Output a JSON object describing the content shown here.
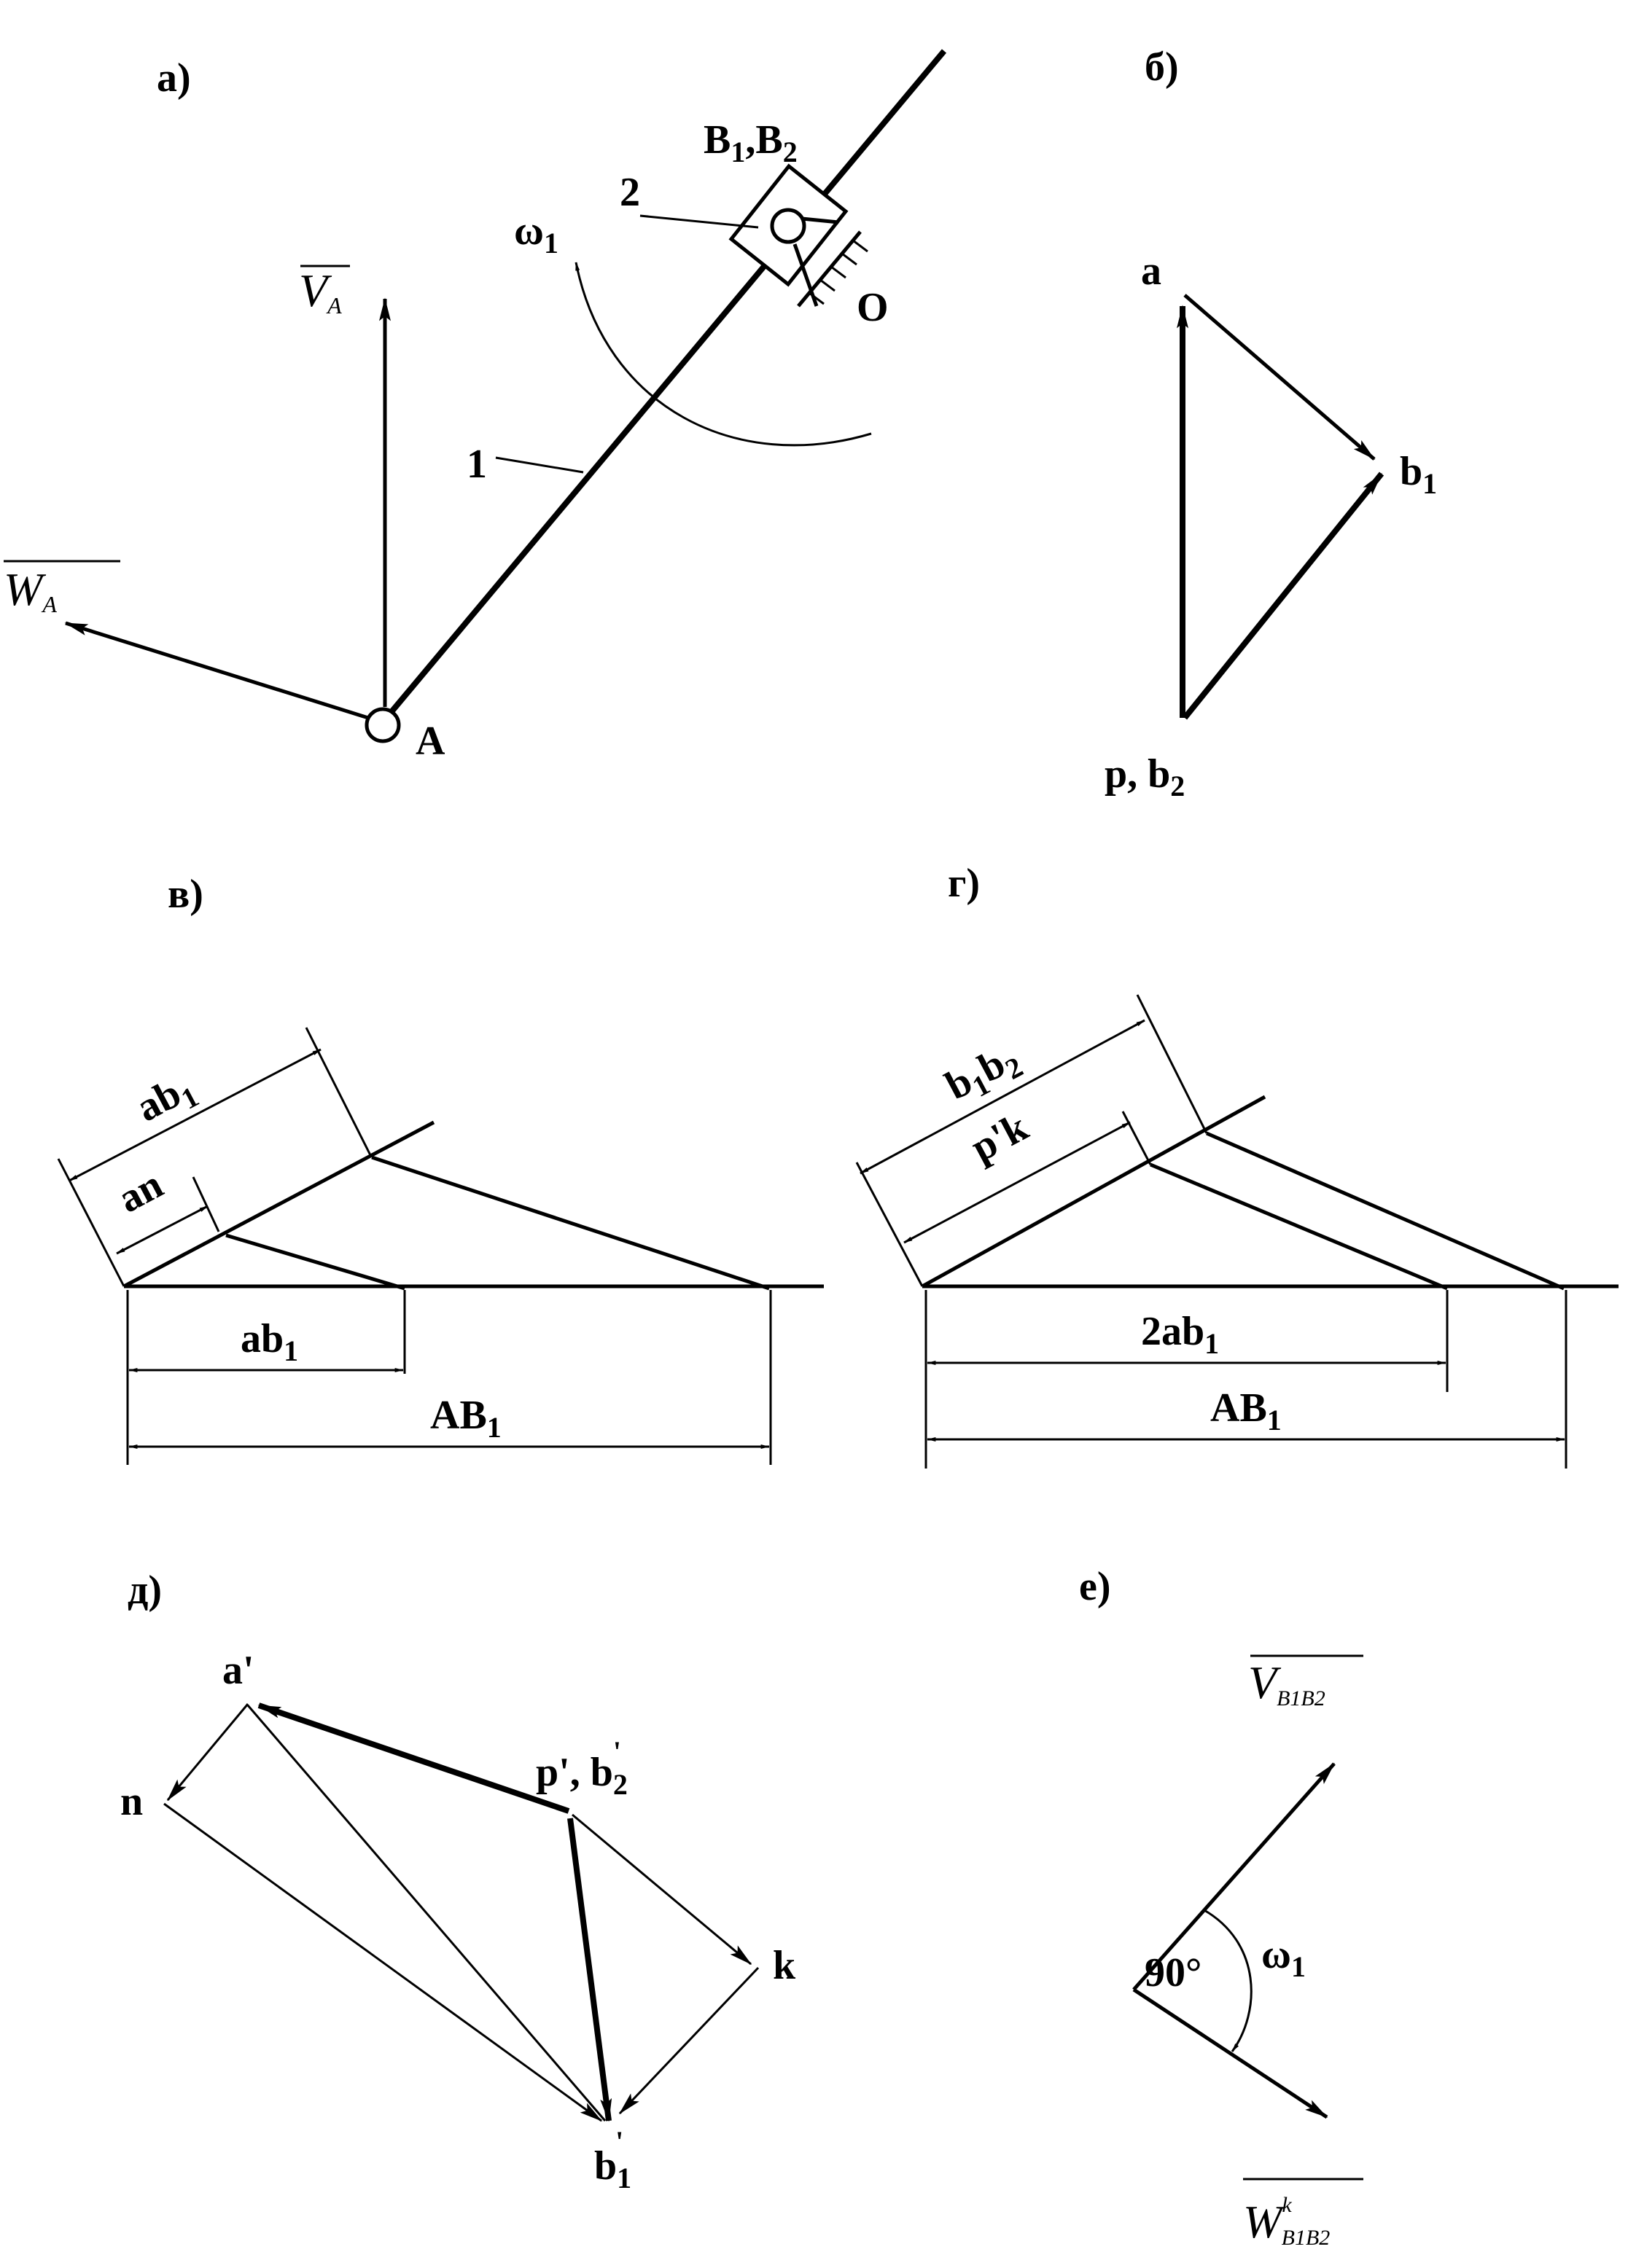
{
  "panels": {
    "a": {
      "tag": "а)",
      "label_A": "A",
      "label_O": "O",
      "label_B": "B",
      "label_B_sub1": "1",
      "label_B_sep": ",",
      "label_B2": "B",
      "label_B_sub2": "2",
      "label_link1": "1",
      "label_link2": "2",
      "label_omega": "ω",
      "label_omega_sub": "1",
      "label_vA": "V",
      "label_vA_sub": "A",
      "label_wA": "W",
      "label_wA_sub": "A"
    },
    "b": {
      "tag": "б)",
      "label_a": "a",
      "label_b1": "b",
      "label_b1_sub": "1",
      "label_pb2": "p, b",
      "label_pb2_sub": "2"
    },
    "v": {
      "tag": "в)",
      "dim_ab1_slant": "ab",
      "dim_ab1_slant_sub": "1",
      "dim_an": "an",
      "dim_ab1_horiz": "ab",
      "dim_ab1_horiz_sub": "1",
      "dim_AB1": "AB",
      "dim_AB1_sub": "1"
    },
    "g": {
      "tag": "г)",
      "dim_b1b2_a": "b",
      "dim_b1b2_sub1": "1",
      "dim_b1b2_b": "b",
      "dim_b1b2_sub2": "2",
      "dim_pk": "p'k",
      "dim_2ab1": "2ab",
      "dim_2ab1_sub": "1",
      "dim_AB1": "AB",
      "dim_AB1_sub": "1"
    },
    "d": {
      "tag": "д)",
      "label_a_prime": "a'",
      "label_n": "n",
      "label_pb2": "p', b",
      "label_pb2_sub": "2",
      "label_pb2_prime": "'",
      "label_k": "k",
      "label_b1": "b",
      "label_b1_sub": "1",
      "label_b1_prime": "'"
    },
    "e": {
      "tag": "е)",
      "label_v": "V",
      "label_v_sub": "B1B2",
      "label_angle": "90°",
      "label_omega": "ω",
      "label_omega_sub": "1",
      "label_w": "W",
      "label_w_sub": "B1B2",
      "label_w_sup": "k"
    }
  }
}
